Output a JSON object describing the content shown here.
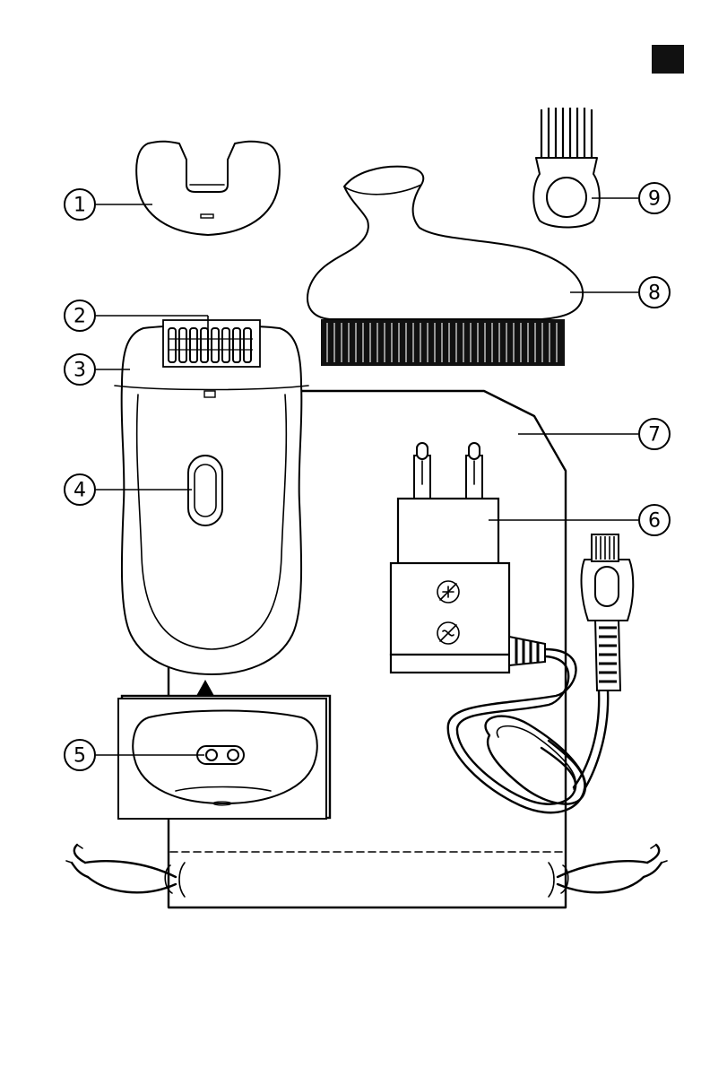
{
  "page": {
    "corner_tab_color": "#111111"
  },
  "callouts": [
    {
      "id": "1",
      "label": "1"
    },
    {
      "id": "2",
      "label": "2"
    },
    {
      "id": "3",
      "label": "3"
    },
    {
      "id": "4",
      "label": "4"
    },
    {
      "id": "5",
      "label": "5"
    },
    {
      "id": "6",
      "label": "6"
    },
    {
      "id": "7",
      "label": "7"
    },
    {
      "id": "8",
      "label": "8"
    },
    {
      "id": "9",
      "label": "9"
    }
  ],
  "icons": {
    "cap": "shaving-head-cap-icon",
    "epilator": "epilator-body-icon",
    "button": "on-off-slide-switch-icon",
    "socket": "appliance-socket-icon",
    "adapter": "power-adapter-icon",
    "pouch": "drawstring-pouch-icon",
    "brush_large": "massage-brush-icon",
    "brush_small": "cleaning-brush-icon"
  }
}
